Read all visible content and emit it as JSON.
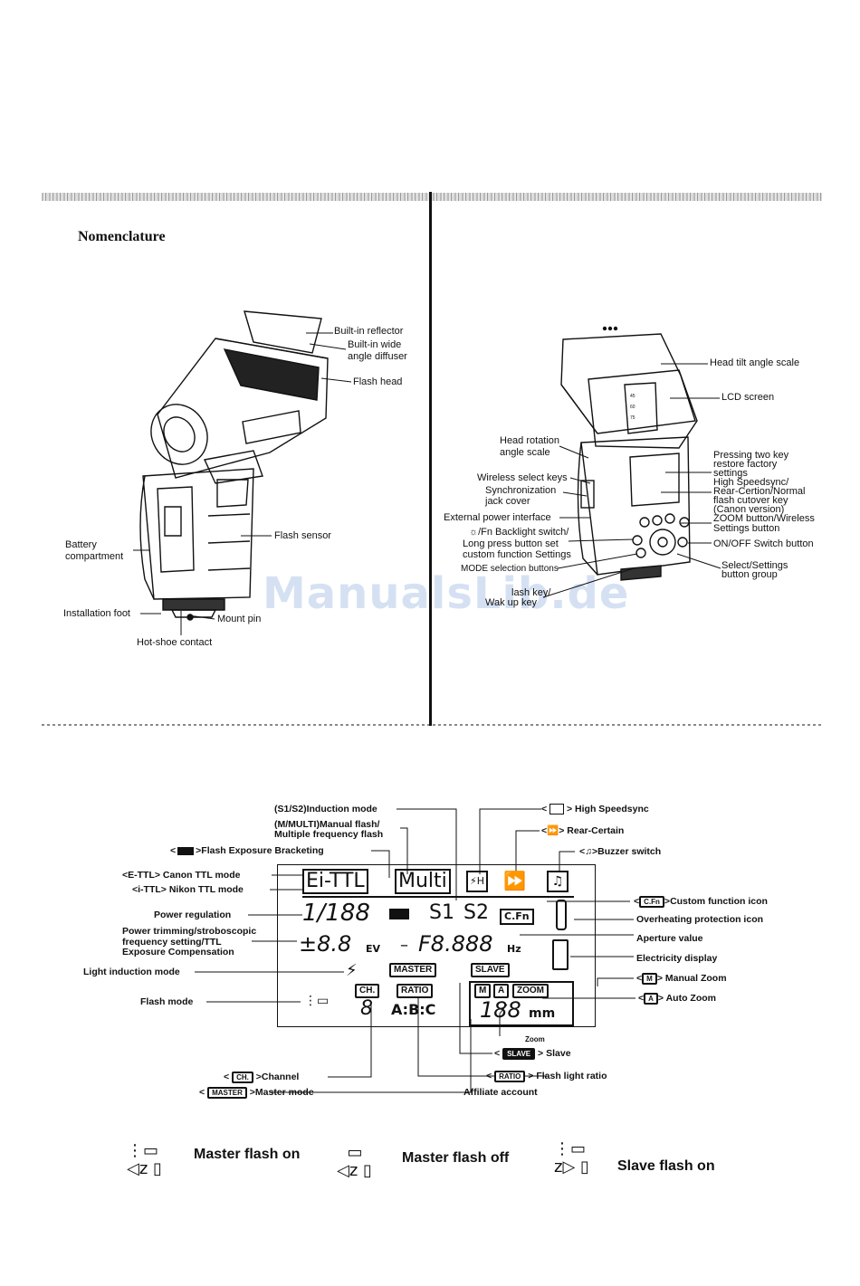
{
  "title": "Nomenclature",
  "watermark": "ManualsLib.de",
  "front_labels": {
    "reflector": "Built-in reflector",
    "diffuser_1": "Built-in wide",
    "diffuser_2": "angle diffuser",
    "flash_head": "Flash head",
    "flash_sensor": "Flash sensor",
    "battery_1": "Battery",
    "battery_2": "compartment",
    "install_foot": "Installation foot",
    "mount_pin": "Mount pin",
    "hot_shoe": "Hot-shoe contact"
  },
  "rear_labels": {
    "tilt_scale": "Head tilt angle scale",
    "lcd": "LCD screen",
    "rotation_1": "Head rotation",
    "rotation_2": "angle scale",
    "restore_1": "Pressing two key",
    "restore_2": "restore factory",
    "restore_3": "settings",
    "hss_1": "High Speedsync/",
    "hss_2": "Rear-Certion/Normal",
    "hss_3": "flash cutover key",
    "hss_4": "(Canon version)",
    "zoom_1": "ZOOM button/Wireless",
    "zoom_2": "Settings button",
    "wireless_keys": "Wireless select keys",
    "sync_1": "Synchronization",
    "sync_2": "jack cover",
    "ext_power": "External power interface",
    "backlight_1": "☼/Fn Backlight switch/",
    "backlight_2": "Long press button set",
    "backlight_3": "custom function Settings",
    "mode_buttons": "MODE selection buttons",
    "onoff": "ON/OFF Switch button",
    "select_1": "Select/Settings",
    "select_2": "button group",
    "wake_1": "lash key/",
    "wake_2": "Wak up key"
  },
  "lcd_labels": {
    "s1s2": "(S1/S2)Induction mode",
    "multi_1": "(M/MULTI)Manual flash/",
    "multi_2": "Multiple frequency flash",
    "bracketing": "Flash Exposure Bracketing",
    "ettl": "<E-TTL> Canon TTL mode",
    "ittl": "<i-TTL> Nikon TTL mode",
    "power_reg": "Power regulation",
    "trim_1": "Power trimming/stroboscopic",
    "trim_2": "frequency setting/TTL",
    "trim_3": "Exposure Compensation",
    "light_ind": "Light induction mode",
    "flash_mode": "Flash mode",
    "hss": "High Speedsync",
    "rear": "Rear-Certain",
    "buzzer": "Buzzer switch",
    "cfn": "Custom function icon",
    "overheat": "Overheating protection icon",
    "aperture": "Aperture value",
    "electricity": "Electricity display",
    "manual_zoom": "Manual Zoom",
    "auto_zoom": "Auto Zoom",
    "zoom": "Zoom",
    "slave": "Slave",
    "ratio": "Flash light ratio",
    "channel": "Channel",
    "master": "Master mode",
    "affiliate": "Affiliate account"
  },
  "lcd_display": {
    "ettl": "Ei-TTL",
    "multi": "Multi",
    "power": "1/188",
    "s1": "S1",
    "s2": "S2",
    "cfn": "C.Fn",
    "ev_val": "±8.8",
    "ev_unit": "EV",
    "dash": "–",
    "f_val": "F8.888",
    "hz": "Hz",
    "master": "MASTER",
    "slave": "SLAVE",
    "ch": "CH.",
    "ratio": "RATIO",
    "abc": "A:B:C",
    "ch_digit": "8",
    "m": "M",
    "a": "A",
    "zoom": "ZOOM",
    "mm_val": "188",
    "mm": "mm"
  },
  "legend": {
    "master_on": "Master flash on",
    "master_off": "Master flash off",
    "slave_on": "Slave flash on"
  }
}
